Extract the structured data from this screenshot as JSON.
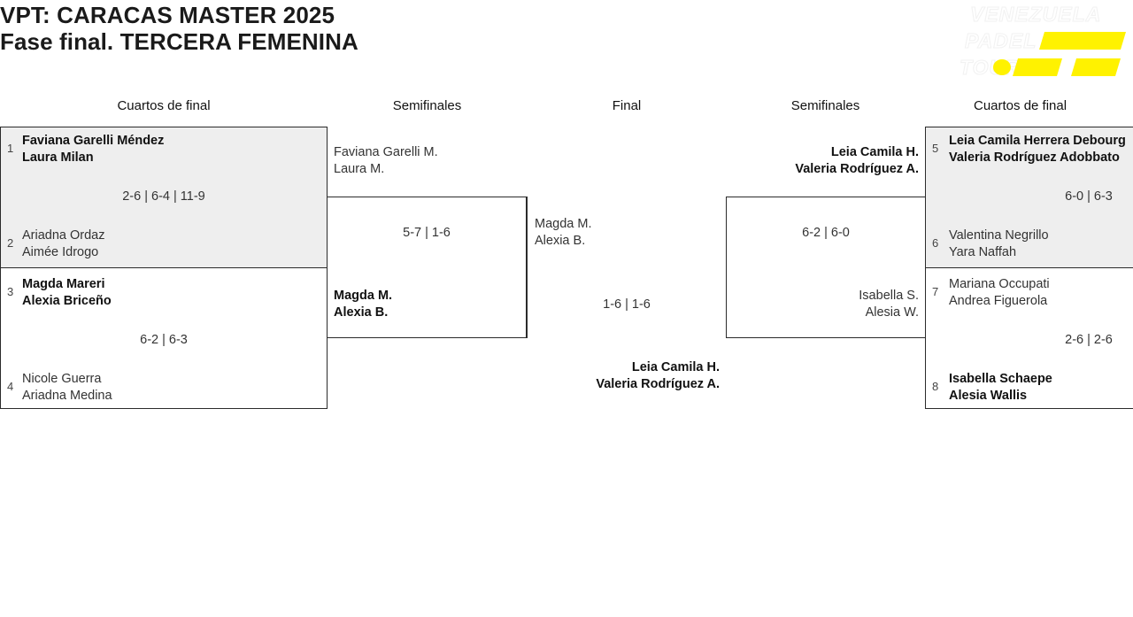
{
  "header": {
    "title_line1": "VPT: CARACAS MASTER 2025",
    "title_line2": "Fase final. TERCERA FEMENINA"
  },
  "logo": {
    "line1": "VENEZUELA",
    "line2": "PADEL",
    "line3": "TOUR",
    "accent_color": "#FFF200",
    "outline_color": "#f2f2f2"
  },
  "round_headers": [
    {
      "label": "Cuartos de final"
    },
    {
      "label": "Semifinales"
    },
    {
      "label": "Final"
    },
    {
      "label": "Semifinales"
    },
    {
      "label": "Cuartos de final"
    }
  ],
  "bracket": {
    "left_quarterfinals": [
      {
        "score": "2-6 | 6-4 | 11-9",
        "top": {
          "seed": "1",
          "player1": "Faviana Garelli Méndez",
          "player2": "Laura Milan",
          "winner": true
        },
        "bottom": {
          "seed": "2",
          "player1": "Ariadna Ordaz",
          "player2": "Aimée Idrogo",
          "winner": false
        }
      },
      {
        "score": "6-2 | 6-3",
        "top": {
          "seed": "3",
          "player1": "Magda Mareri",
          "player2": "Alexia Briceño",
          "winner": true
        },
        "bottom": {
          "seed": "4",
          "player1": "Nicole Guerra",
          "player2": "Ariadna Medina",
          "winner": false
        }
      }
    ],
    "left_semifinal": {
      "score": "5-7 | 1-6",
      "top": {
        "player1": "Faviana Garelli M.",
        "player2": "Laura M.",
        "winner": false
      },
      "bottom": {
        "player1": "Magda M.",
        "player2": "Alexia B.",
        "winner": true
      }
    },
    "final": {
      "score": "1-6 | 1-6",
      "top": {
        "player1": "Magda M.",
        "player2": "Alexia B.",
        "winner": false
      },
      "bottom": {
        "player1": "Leia Camila H.",
        "player2": "Valeria Rodríguez A.",
        "winner": true
      }
    },
    "right_semifinal": {
      "score": "6-2 | 6-0",
      "top": {
        "player1": "Leia Camila H.",
        "player2": "Valeria Rodríguez A.",
        "winner": true
      },
      "bottom": {
        "player1": "Isabella S.",
        "player2": "Alesia W.",
        "winner": false
      }
    },
    "right_quarterfinals": [
      {
        "score": "6-0 | 6-3",
        "top": {
          "seed": "5",
          "player1": "Leia Camila Herrera Debourg",
          "player2": "Valeria Rodríguez Adobbato",
          "winner": true
        },
        "bottom": {
          "seed": "6",
          "player1": "Valentina Negrillo",
          "player2": "Yara Naffah",
          "winner": false
        }
      },
      {
        "score": "2-6 | 2-6",
        "top": {
          "seed": "7",
          "player1": "Mariana Occupati",
          "player2": "Andrea Figuerola",
          "winner": false
        },
        "bottom": {
          "seed": "8",
          "player1": "Isabella Schaepe",
          "player2": "Alesia Wallis",
          "winner": true
        }
      }
    ]
  }
}
